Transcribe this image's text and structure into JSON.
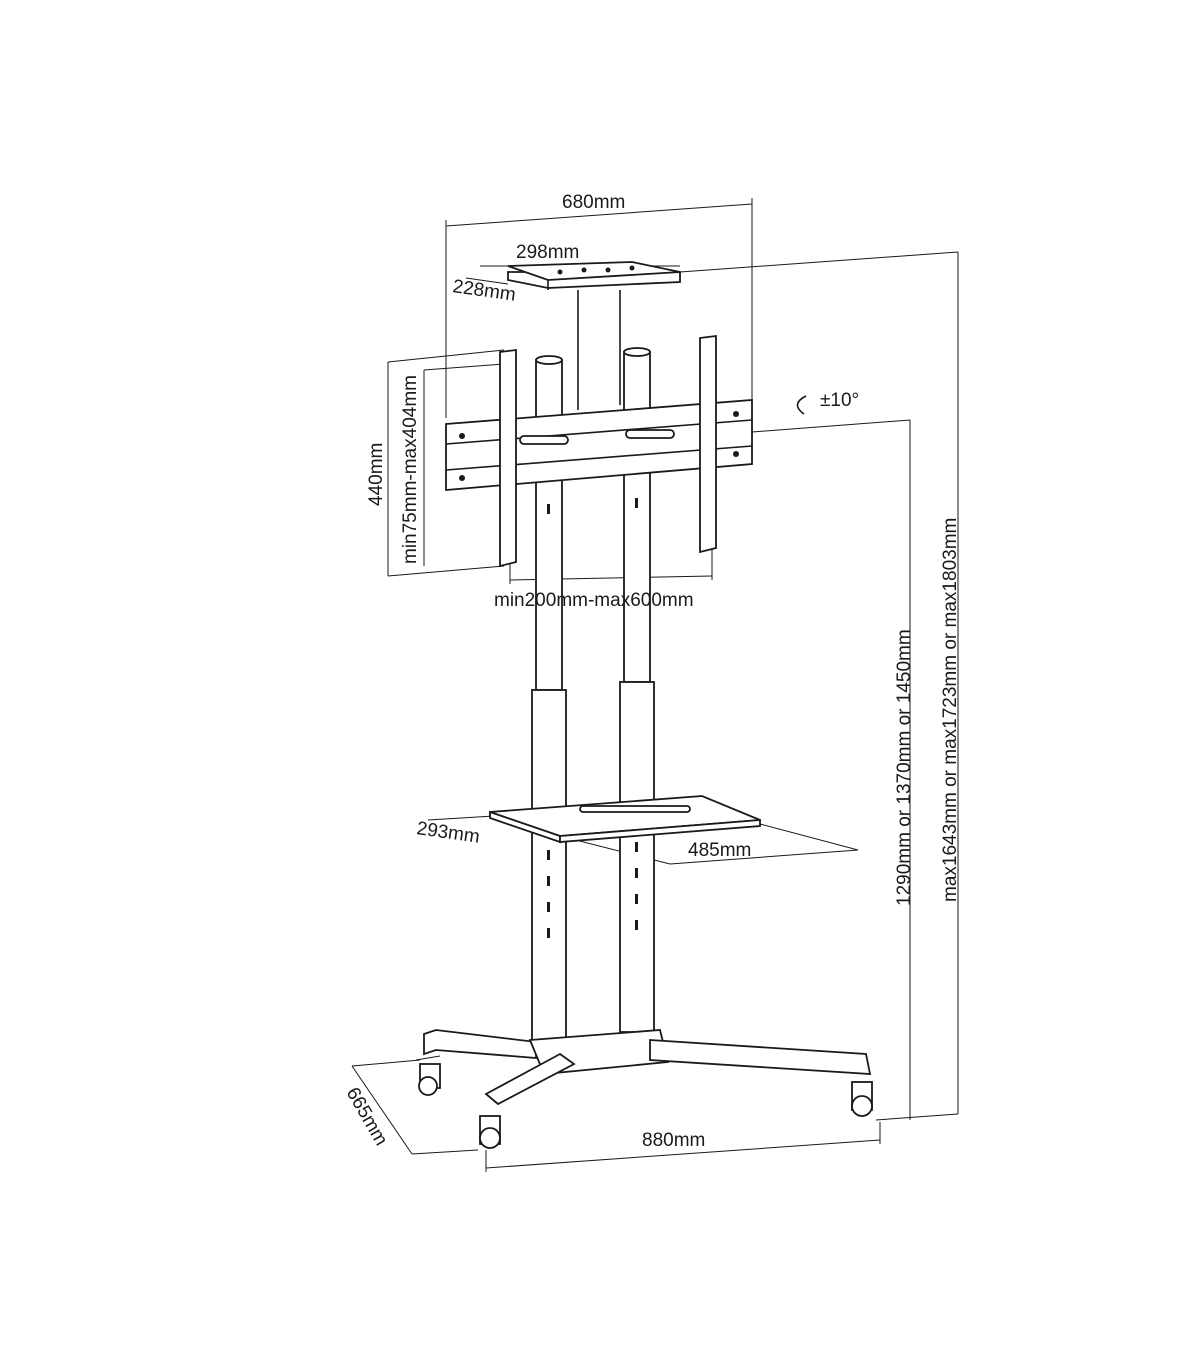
{
  "dimensions": {
    "overall_width": "680mm",
    "tray_top_width": "298mm",
    "tray_top_depth": "228mm",
    "bracket_height": "440mm",
    "vesa_vertical": "min75mm-max404mm",
    "vesa_horizontal": "min200mm-max600mm",
    "tilt": "±10°",
    "shelf_depth": "293mm",
    "shelf_width": "485mm",
    "mount_height": "1290mm or 1370mm or 1450mm",
    "total_height": "max1643mm or max1723mm or max1803mm",
    "base_depth": "665mm",
    "base_width": "880mm"
  }
}
